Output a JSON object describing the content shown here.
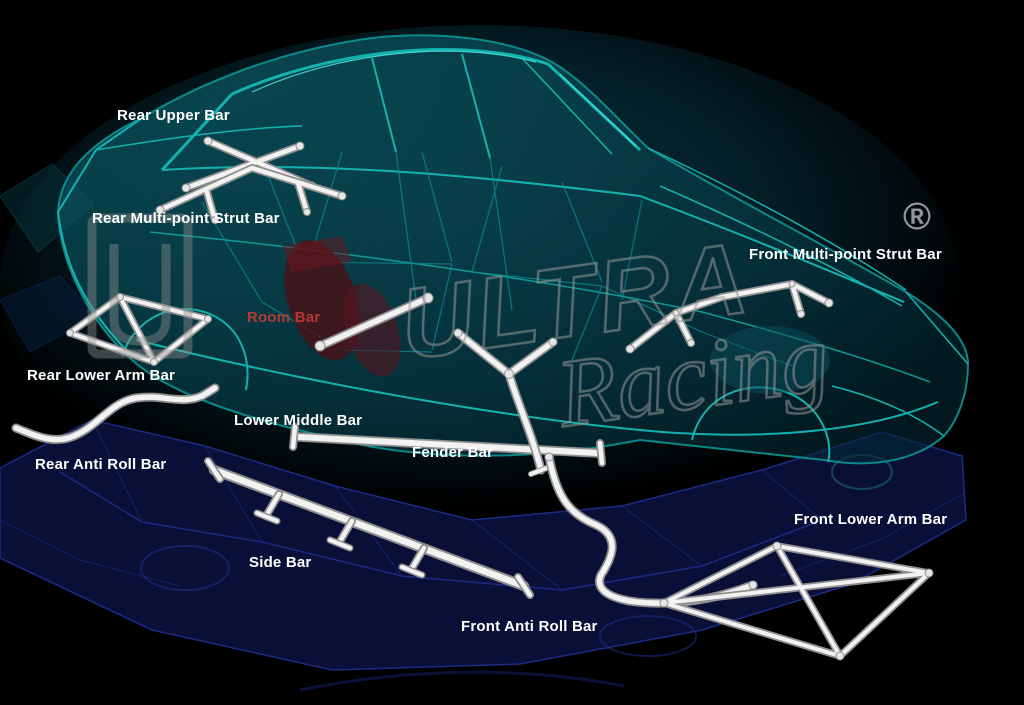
{
  "diagram": {
    "labels": {
      "rear_upper_bar": "Rear Upper Bar",
      "rear_multi_point_strut_bar": "Rear Multi-point Strut Bar",
      "room_bar": "Room Bar",
      "rear_lower_arm_bar": "Rear Lower Arm Bar",
      "lower_middle_bar": "Lower Middle Bar",
      "rear_anti_roll_bar": "Rear Anti Roll Bar",
      "fender_bar": "Fender Bar",
      "side_bar": "Side Bar",
      "front_anti_roll_bar": "Front Anti Roll Bar",
      "front_lower_arm_bar": "Front Lower Arm Bar",
      "front_multi_point_strut_bar": "Front Multi-point Strut Bar"
    },
    "watermark": {
      "brand_line1": "ULTRA",
      "brand_line2": "Racing",
      "registered_mark": "®"
    },
    "colors": {
      "background": "#000000",
      "label_text": "#ffffff",
      "room_bar_label": "#b23b32",
      "car_wireframe_teal": "#12a7a7",
      "chassis_blue": "#1c2b86",
      "bar_white": "#f1f1f1",
      "watermark_gray": "#9a9a9a"
    }
  }
}
